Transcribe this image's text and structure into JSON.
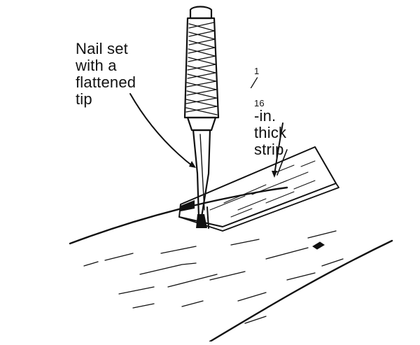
{
  "labels": {
    "nail_set": {
      "lines": [
        "Nail set",
        "with a",
        "flattened",
        "tip"
      ]
    },
    "strip": {
      "fraction_numerator": "1",
      "fraction_denominator": "16",
      "fraction_suffix": "-in.",
      "lines": [
        "thick",
        "strip"
      ]
    }
  },
  "icons": [
    "nail-set-tool-icon",
    "wood-strip-icon",
    "board-surface-icon"
  ],
  "colors": {
    "ink": "#111111",
    "background": "#ffffff"
  }
}
